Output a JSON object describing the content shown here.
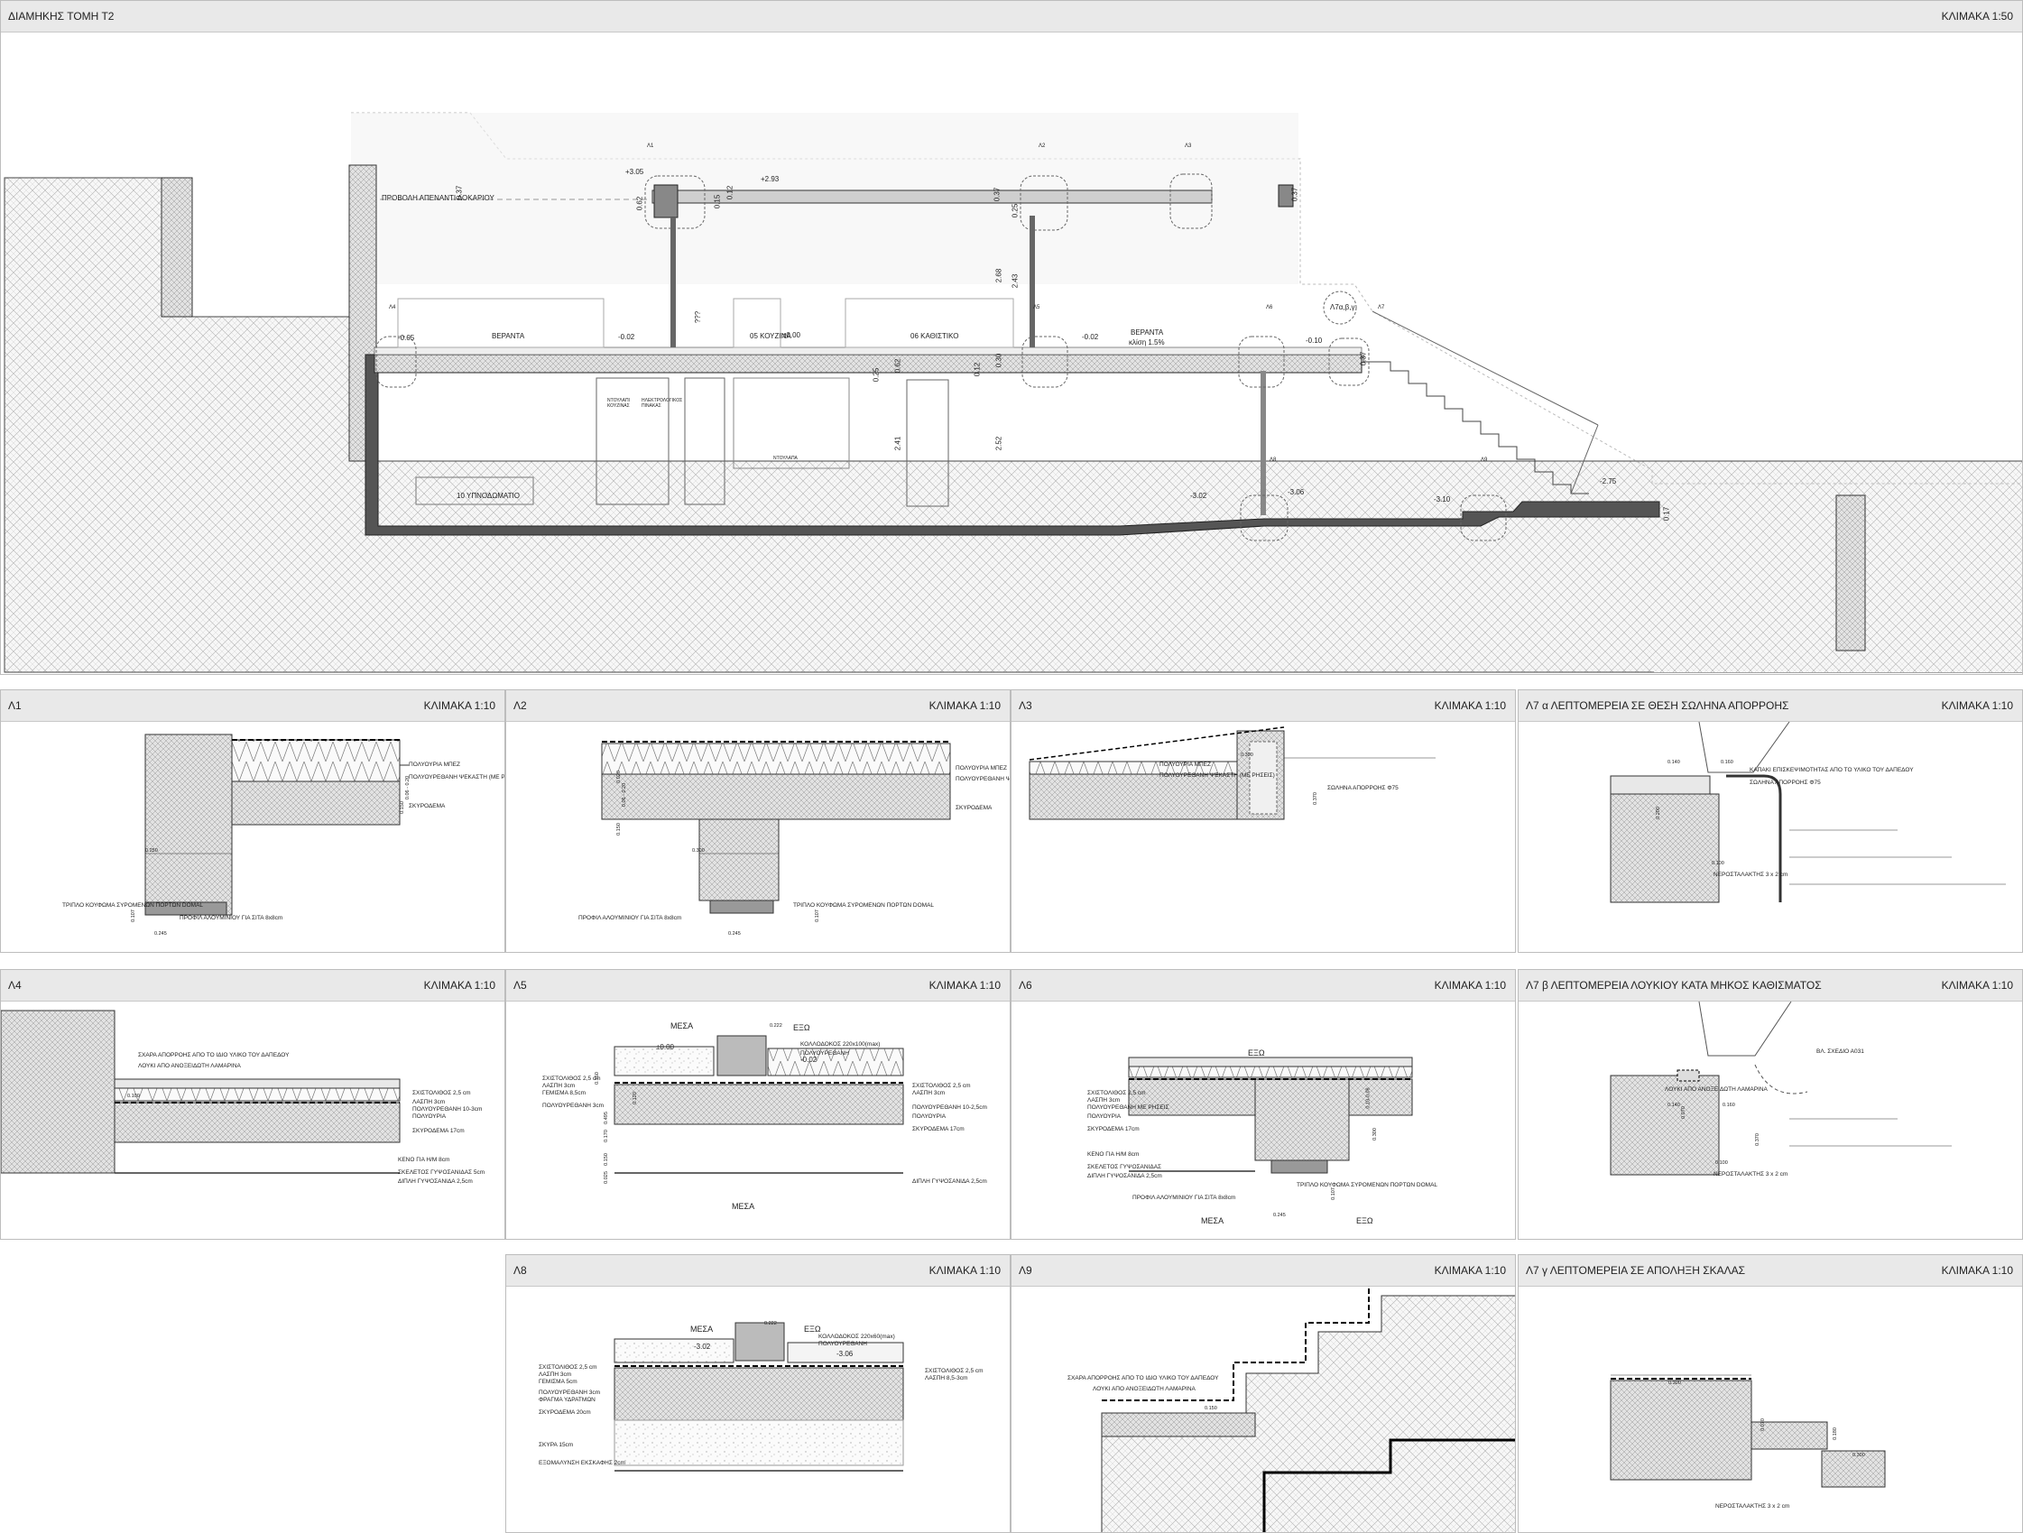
{
  "main": {
    "title": "ΔΙΑΜΗΚΗΣ ΤΟΜΗ Τ2",
    "scale": "ΚΛΙΜΑΚΑ 1:50",
    "rooms": [
      "ΒΕΡΑΝΤΑ",
      "05 ΚΟΥΖΙΝΑ",
      "06 ΚΑΘΙΣΤΙΚΟ",
      "ΒΕΡΑΝΤΑ",
      "10 ΥΠΝΟΔΩΜΑΤΙΟ"
    ],
    "slope": "κλίση 1.5%",
    "canopy": "ΠΡΟΒΟΛΗ ΑΠΕΝΑΝΤΙ ΔΟΚΑΡΙΟΥ",
    "levels": [
      "+3.05",
      "+2.93",
      "-0.05",
      "-0.02",
      "±0.00",
      "-0.02",
      "-0.10",
      "-3.02",
      "-3.06",
      "-3.10",
      "-2.75"
    ],
    "dims": [
      "0.37",
      "0.62",
      "0.15",
      "0.12",
      "0.37",
      "0.25",
      "0.37",
      "2.68",
      "2.43",
      "???",
      "0.25",
      "0.62",
      "0.30",
      "0.12",
      "2.41",
      "2.52",
      "0.37",
      "0.17"
    ],
    "callouts": [
      "Λ1",
      "Λ2",
      "Λ3",
      "Λ4",
      "Λ5",
      "Λ6",
      "Λ7",
      "Λ8",
      "Λ9"
    ],
    "stair_note": "Λ7α,β,γ",
    "cabinet_labels": [
      "ΝΤΟΥΛΑΠΙ ΚΟΥΖΙΝΑΣ",
      "ΗΛΕΚΤΡΟΛΟΓΙΚΟΣ ΠΙΝΑΚΑΣ",
      "ΝΤΟΥΛΑΠΑ"
    ]
  },
  "details": [
    {
      "id": "L1",
      "title": "Λ1",
      "scale": "ΚΛΙΜΑΚΑ 1:10",
      "labels": [
        "ΠΟΛΥΟΥΡΙΑ ΜΠΕΖ",
        "ΠΟΛΥΟΥΡΕΘΑΝΗ ΨΕΚΑΣΤΗ (ΜΕ ΡΗΣΕΙΣ)",
        "ΣΚΥΡΟΔΕΜΑ",
        "ΤΡΙΠΛΟ ΚΟΥΦΩΜΑ ΣΥΡΟΜΕΝΩΝ ΠΟΡΤΩΝ DOMAL",
        "ΠΡΟΦΙΛ ΑΛΟΥΜΙΝΙΟΥ ΓΙΑ ΣΙΤΑ 8x8cm"
      ],
      "dims": [
        "0.06 - 0.20",
        "0.150",
        "0.250",
        "0.107",
        "0.245"
      ]
    },
    {
      "id": "L2",
      "title": "Λ2",
      "scale": "ΚΛΙΜΑΚΑ 1:10",
      "labels": [
        "ΠΟΛΥΟΥΡΙΑ ΜΠΕΖ",
        "ΠΟΛΥΟΥΡΕΘΑΝΗ ΨΕΚΑΣΤΗ (ΜΕ ΡΗΣΕΙΣ)",
        "ΣΚΥΡΟΔΕΜΑ",
        "ΠΡΟΦΙΛ ΑΛΟΥΜΙΝΙΟΥ ΓΙΑ ΣΙΤΑ 8x8cm",
        "ΤΡΙΠΛΟ ΚΟΥΦΩΜΑ ΣΥΡΟΜΕΝΩΝ ΠΟΡΤΩΝ DOMAL"
      ],
      "dims": [
        "0.020",
        "0.06 - 0.20",
        "0.150",
        "0.300",
        "0.107",
        "0.245"
      ]
    },
    {
      "id": "L3",
      "title": "Λ3",
      "scale": "ΚΛΙΜΑΚΑ 1:10",
      "labels": [
        "ΠΟΛΥΟΥΡΙΑ ΜΠΕΖ",
        "ΠΟΛΥΟΥΡΕΘΑΝΗ ΨΕΚΑΣΤΗ (ΜΕ ΡΗΣΕΙΣ)",
        "ΣΩΛΗΝΑ ΑΠΟΡΡΟΗΣ Φ75"
      ],
      "dims": [
        "0.300",
        "0.370"
      ]
    },
    {
      "id": "L7a",
      "title": "Λ7 α     ΛΕΠΤΟΜΕΡΕΙΑ ΣΕ ΘΕΣΗ ΣΩΛΗΝΑ ΑΠΟΡΡΟΗΣ",
      "scale": "ΚΛΙΜΑΚΑ 1:10",
      "labels": [
        "ΚΑΠΑΚΙ ΕΠΙΣΚΕΨΙΜΟΤΗΤΑΣ ΑΠΟ ΤΟ ΥΛΙΚΟ ΤΟΥ ΔΑΠΕΔΟΥ",
        "ΣΩΛΗΝΑ ΑΠΟΡΡΟΗΣ Φ75",
        "ΝΕΡΟΣΤΑΛΑΚΤΗΣ 3 x 2 cm"
      ],
      "dims": [
        "0.140",
        "0.160",
        "0.200",
        "0.100"
      ]
    },
    {
      "id": "L4",
      "title": "Λ4",
      "scale": "ΚΛΙΜΑΚΑ 1:10",
      "labels": [
        "ΣΧΑΡΑ ΑΠΟΡΡΟΗΣ ΑΠΟ ΤΟ ΙΔΙΟ ΥΛΙΚΟ ΤΟΥ ΔΑΠΕΔΟΥ",
        "ΛΟΥΚΙ ΑΠΟ ΑΝΟΞΕΙΔΩΤΗ ΛΑΜΑΡΙΝΑ",
        "ΣΧΙΣΤΟΛΙΘΟΣ 2,5 cm",
        "ΛΑΣΠΗ 3cm",
        "ΠΟΛΥΟΥΡΕΘΑΝΗ 10-3cm",
        "ΠΟΛΥΟΥΡΙΑ",
        "ΣΚΥΡΟΔΕΜΑ 17cm",
        "ΚΕΝΟ ΓΙΑ Η/Μ 8cm",
        "ΣΚΕΛΕΤΟΣ ΓΥΨΟΣΑΝΙΔΑΣ 5cm",
        "ΔΙΠΛΗ ΓΥΨΟΣΑΝΙΔΑ 2,5cm"
      ],
      "dims": [
        "0.100"
      ]
    },
    {
      "id": "L5",
      "title": "Λ5",
      "scale": "ΚΛΙΜΑΚΑ 1:10",
      "labels": [
        "ΜΕΣΑ",
        "ΕΞΩ",
        "ΚΟΛΛΟΔΟΚΟΣ 220x100(max)",
        "ΠΟΛΥΟΥΡΕΘΑΝΗ",
        "ΣΧΙΣΤΟΛΙΘΟΣ 2,5 cm",
        "ΛΑΣΠΗ 3cm",
        "ΓΕΜΙΣΜΑ 8,5cm",
        "ΠΟΛΥΟΥΡΕΘΑΝΗ 3cm",
        "ΣΧΙΣΤΟΛΙΘΟΣ 2,5 cm",
        "ΛΑΣΠΗ 3cm",
        "ΠΟΛΥΟΥΡΕΘΑΝΗ 10-2,5cm",
        "ΠΟΛΥΟΥΡΙΑ",
        "ΣΚΥΡΟΔΕΜΑ 17cm",
        "ΔΙΠΛΗ ΓΥΨΟΣΑΝΙΔΑ 2,5cm",
        "ΜΕΣΑ"
      ],
      "levels": [
        "±0.00",
        "-0.02"
      ],
      "dims": [
        "0.222",
        "0.150",
        "0.120",
        "0.495",
        "0.170",
        "0.150",
        "0.025"
      ]
    },
    {
      "id": "L6",
      "title": "Λ6",
      "scale": "ΚΛΙΜΑΚΑ 1:10",
      "labels": [
        "ΕΞΩ",
        "ΣΧΙΣΤΟΛΙΘΟΣ 2,5 cm",
        "ΛΑΣΠΗ 3cm",
        "ΠΟΛΥΟΥΡΕΘΑΝΗ ΜΕ ΡΗΣΕΙΣ",
        "ΠΟΛΥΟΥΡΙΑ",
        "ΣΚΥΡΟΔΕΜΑ 17cm",
        "ΚΕΝΟ ΓΙΑ Η/Μ 8cm",
        "ΣΚΕΛΕΤΟΣ ΓΥΨΟΣΑΝΙΔΑΣ",
        "ΔΙΠΛΗ ΓΥΨΟΣΑΝΙΔΑ 2,5cm",
        "ΠΡΟΦΙΛ ΑΛΟΥΜΙΝΙΟΥ ΓΙΑ ΣΙΤΑ 8x8cm",
        "ΤΡΙΠΛΟ ΚΟΥΦΩΜΑ ΣΥΡΟΜΕΝΩΝ ΠΟΡΤΩΝ DOMAL",
        "ΜΕΣΑ",
        "ΕΞΩ"
      ],
      "dims": [
        "0.10-0.08",
        "0.300",
        "0.107",
        "0.245"
      ]
    },
    {
      "id": "L7b",
      "title": "Λ7 β     ΛΕΠΤΟΜΕΡΕΙΑ ΛΟΥΚΙΟΥ ΚΑΤΑ ΜΗΚΟΣ ΚΑΘΙΣΜΑΤΟΣ",
      "scale": "ΚΛΙΜΑΚΑ 1:10",
      "labels": [
        "ΒΛ. ΣΧΕΔΙΟ Α031",
        "ΛΟΥΚΙ ΑΠΟ ΑΝΟΞΕΙΔΩΤΗ ΛΑΜΑΡΙΝΑ",
        "ΝΕΡΟΣΤΑΛΑΚΤΗΣ 3 x 2 cm"
      ],
      "dims": [
        "0.140",
        "0.160",
        "0.070",
        "0.370",
        "0.100"
      ]
    },
    {
      "id": "L8",
      "title": "Λ8",
      "scale": "ΚΛΙΜΑΚΑ 1:10",
      "labels": [
        "ΜΕΣΑ",
        "ΕΞΩ",
        "ΚΟΛΛΟΔΟΚΟΣ 220x60(max)",
        "ΠΟΛΥΟΥΡΕΘΑΝΗ",
        "ΣΧΙΣΤΟΛΙΘΟΣ 2,5 cm",
        "ΛΑΣΠΗ 3cm",
        "ΓΕΜΙΣΜΑ 5cm",
        "ΠΟΛΥΟΥΡΕΘΑΝΗ 3cm",
        "ΦΡΑΓΜΑ ΥΔΡΑΤΜΩΝ",
        "ΣΧΙΣΤΟΛΙΘΟΣ 2,5 cm",
        "ΛΑΣΠΗ 8,5-3cm",
        "ΣΚΥΡΟΔΕΜΑ 20cm",
        "ΣΚΥΡΑ 15cm",
        "ΕΞΟΜΑΛΥΝΣΗ ΕΚΣΚΑΦΗΣ 2cm"
      ],
      "levels": [
        "-3.02",
        "-3.06"
      ],
      "dims": [
        "0.222"
      ]
    },
    {
      "id": "L9",
      "title": "Λ9",
      "scale": "ΚΛΙΜΑΚΑ 1:10",
      "labels": [
        "ΣΧΑΡΑ ΑΠΟΡΡΟΗΣ ΑΠΟ ΤΟ ΙΔΙΟ ΥΛΙΚΟ ΤΟΥ ΔΑΠΕΔΟΥ",
        "ΛΟΥΚΙ ΑΠΟ ΑΝΟΞΕΙΔΩΤΗ ΛΑΜΑΡΙΝΑ"
      ],
      "dims": [
        "0.150"
      ]
    },
    {
      "id": "L7c",
      "title": "Λ7 γ     ΛΕΠΤΟΜΕΡΕΙΑ ΣΕ ΑΠΟΛΗΞΗ ΣΚΑΛΑΣ",
      "scale": "ΚΛΙΜΑΚΑ 1:10",
      "labels": [
        "ΝΕΡΟΣΤΑΛΑΚΤΗΣ 3 x 2 cm"
      ],
      "dims": [
        "0.300",
        "0.070",
        "0.180",
        "0.300"
      ]
    }
  ]
}
